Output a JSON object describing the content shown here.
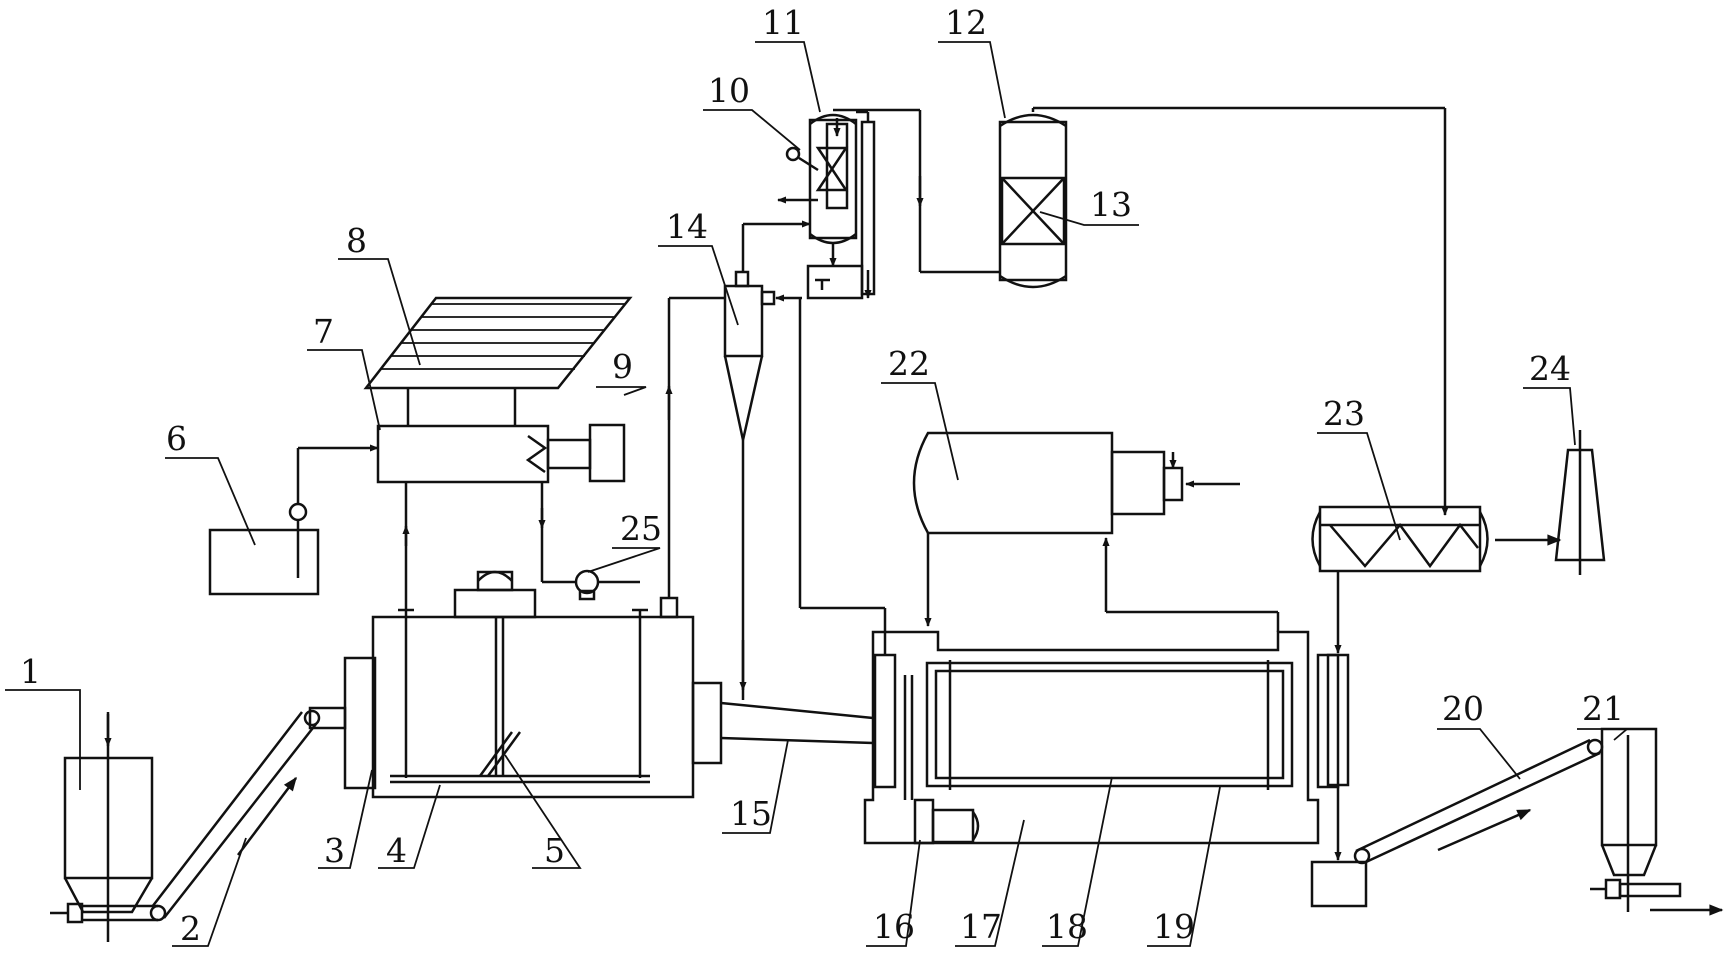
{
  "labels": {
    "l1": "1",
    "l2": "2",
    "l3": "3",
    "l4": "4",
    "l5": "5",
    "l6": "6",
    "l7": "7",
    "l8": "8",
    "l9": "9",
    "l10": "10",
    "l11": "11",
    "l12": "12",
    "l13": "13",
    "l14": "14",
    "l15": "15",
    "l16": "16",
    "l17": "17",
    "l18": "18",
    "l19": "19",
    "l20": "20",
    "l21": "21",
    "l22": "22",
    "l23": "23",
    "l24": "24",
    "l25": "25"
  },
  "colors": {
    "ink": "#111111",
    "paper": "#ffffff"
  }
}
